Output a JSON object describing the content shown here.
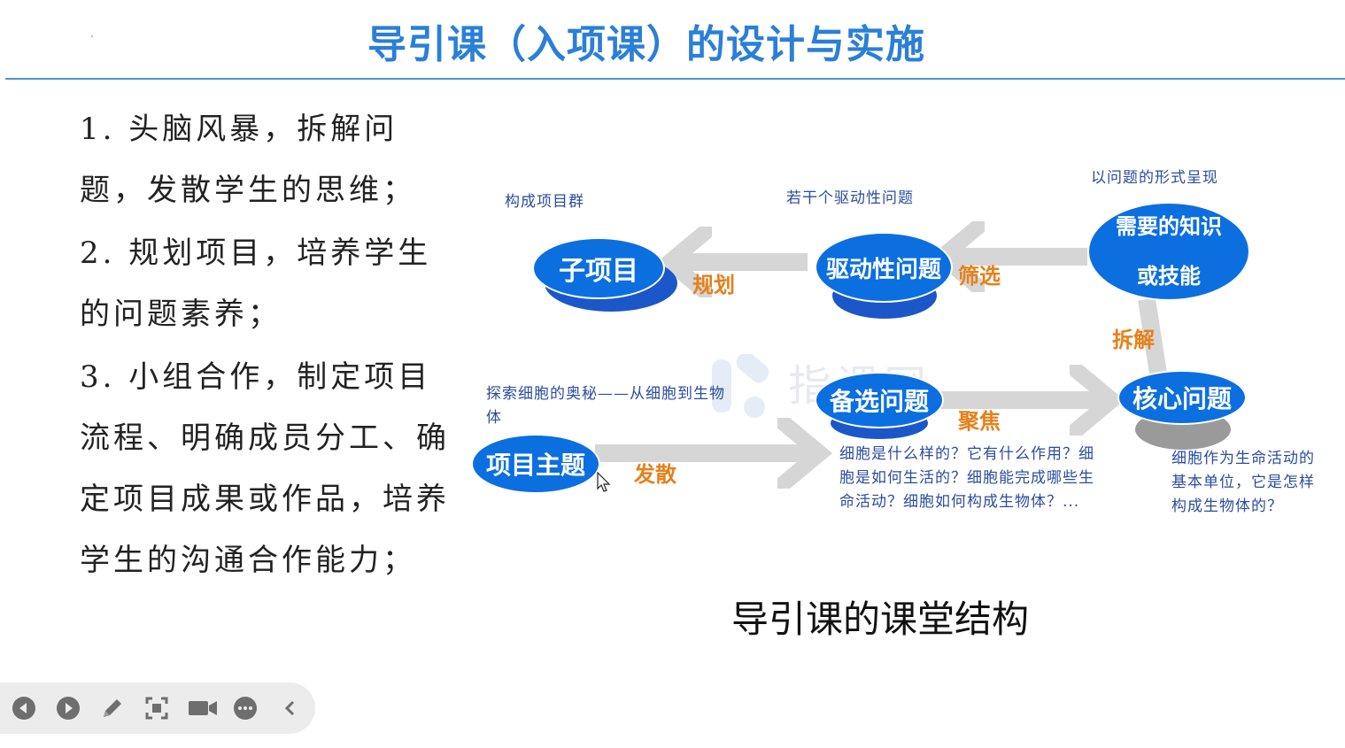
{
  "slide": {
    "title": "导引课（入项课）的设计与实施",
    "points": [
      "1. 头脑风暴，拆解问题，发散学生的思维；",
      "2. 规划项目，培养学生的问题素养；",
      "3. 小组合作，制定项目流程、明确成员分工、确定项目成果或作品，培养学生的沟通合作能力；"
    ],
    "caption": "导引课的课堂结构"
  },
  "diagram": {
    "nodes": {
      "sub_project": "子项目",
      "driving_question": "驱动性问题",
      "knowledge_line1": "需要的知识",
      "knowledge_line2": "或技能",
      "core_question": "核心问题",
      "candidate_question": "备选问题",
      "project_theme": "项目主题"
    },
    "verbs": {
      "plan": "规划",
      "filter": "筛选",
      "decompose": "拆解",
      "focus": "聚焦",
      "diverge": "发散"
    },
    "annotations": {
      "sub_project_note": "构成项目群",
      "driving_note": "若干个驱动性问题",
      "knowledge_note": "以问题的形式呈现",
      "theme_note": "探索细胞的奥秘——从细胞到生物体",
      "candidate_note": "细胞是什么样的？它有什么作用？细胞是如何生活的？细胞能完成哪些生命活动？细胞如何构成生物体？...",
      "core_note": "细胞作为生命活动的基本单位，它是怎样构成生物体的？"
    },
    "colors": {
      "node": "#0c6fe0",
      "node_shadow": "#1b57c8",
      "verb": "#e6801a",
      "arrow": "#d6d6d6",
      "title": "#2a7fd8"
    }
  },
  "toolbar": {
    "icons": [
      "prev-icon",
      "play-icon",
      "pen-icon",
      "screenshot-icon",
      "camera-icon",
      "more-icon",
      "collapse-icon"
    ]
  }
}
